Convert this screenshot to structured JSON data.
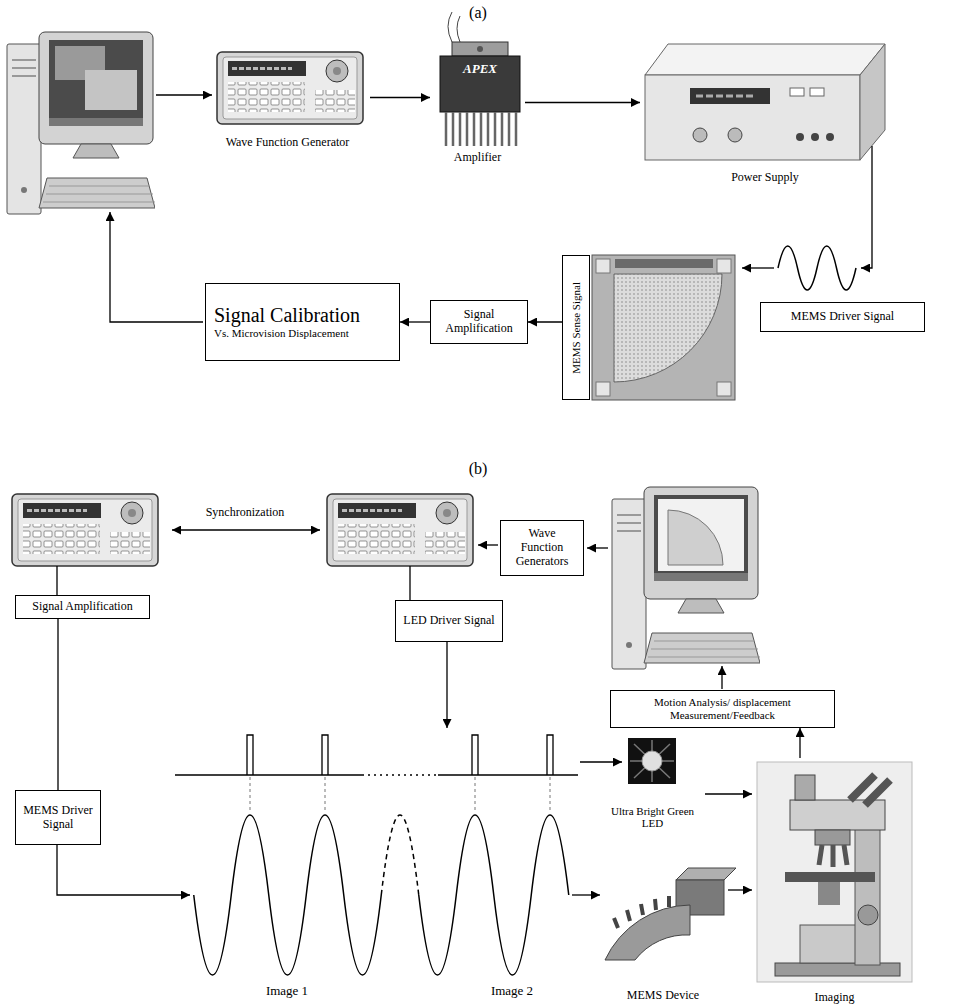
{
  "diagram": {
    "nodes": [
      {
        "text": [
          "Wave Function Generator"
        ]
      },
      {
        "text": [
          "Amplifier"
        ]
      },
      {
        "text": [
          "Power Supply"
        ]
      },
      {
        "text": [
          "MEMS Driver Signal"
        ]
      },
      {
        "text": [
          "MEMS Sense Signal"
        ]
      },
      {
        "text": [
          "Signal Amplification"
        ]
      },
      {
        "text": [
          "Signal Calibration",
          "Vs. Microvision Displacement"
        ]
      },
      {
        "text": [
          "Wave Function Generators"
        ]
      },
      {
        "text": [
          "Motion Analysis/ displacement Measurement/Feedback"
        ]
      },
      {
        "text": [
          "Signal Amplification"
        ]
      },
      {
        "text": [
          "LED Driver Signal"
        ]
      },
      {
        "text": [
          "MEMS Driver Signal"
        ]
      },
      {
        "text": [
          "Ultra Bright Green LED"
        ]
      },
      {
        "text": [
          "MEMS Device"
        ]
      },
      {
        "text": [
          "Imaging"
        ]
      }
    ],
    "edges": [
      {
        "from": 0,
        "to": 1,
        "arrow": "to"
      },
      {
        "from": 1,
        "to": 2,
        "arrow": "to"
      },
      {
        "from": 4,
        "to": 5,
        "arrow": "to"
      },
      {
        "from": 5,
        "to": 6,
        "arrow": "to"
      },
      {
        "from": 9,
        "to": 11,
        "arrow": "none"
      },
      {
        "from": 12,
        "to": 14,
        "arrow": "to"
      },
      {
        "from": 13,
        "to": 14,
        "arrow": "to"
      },
      {
        "from": 14,
        "to": 8,
        "arrow": "to"
      }
    ],
    "labels": [
      "(a)",
      "APEX",
      "(b)",
      "Synchronization",
      "Image 1",
      "Image 2"
    ]
  }
}
